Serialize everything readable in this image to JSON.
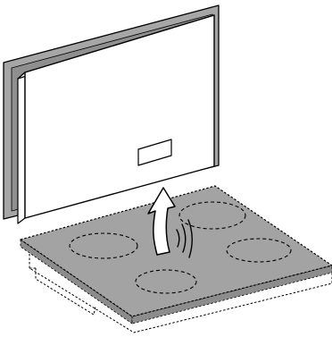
{
  "diagram": {
    "kind": "installation-illustration",
    "parts": [
      "wall-cabinet",
      "cabinet-door",
      "door-handle-recess",
      "cooktop-glass-surface",
      "cooking-zone",
      "lift-arrow-icon",
      "motion-lines-icon",
      "cutout-outline"
    ],
    "cooking_zone_count": 4,
    "colors": {
      "background": "#ffffff",
      "cabinet_frame": "#a6a6a6",
      "cabinet_door": "#ffffff",
      "cooktop_surface": "#a3a3a3",
      "outline": "#000000"
    }
  }
}
